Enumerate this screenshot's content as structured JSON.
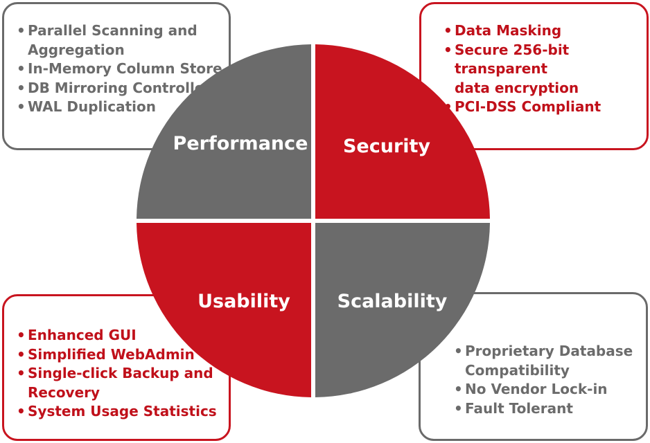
{
  "quadrants": {
    "performance": {
      "label": "Performance",
      "items": [
        "Parallel Scanning and",
        "Aggregation",
        "In-Memory Column Store",
        "DB Mirroring Controller",
        "WAL Duplication"
      ]
    },
    "security": {
      "label": "Security",
      "items": [
        "Data Masking",
        "Secure 256-bit transparent",
        "data encryption",
        "PCI-DSS Compliant"
      ]
    },
    "usability": {
      "label": "Usability",
      "items": [
        "Enhanced GUI",
        "Simplified WebAdmin",
        "Single-click Backup and",
        "Recovery",
        "System Usage Statistics"
      ]
    },
    "scalability": {
      "label": "Scalability",
      "items": [
        "Proprietary Database",
        "Compatibility",
        "No Vendor Lock-in",
        "Fault Tolerant"
      ]
    }
  },
  "colors": {
    "gray": "#6b6b6b",
    "red": "#c8141f",
    "white": "#ffffff"
  }
}
